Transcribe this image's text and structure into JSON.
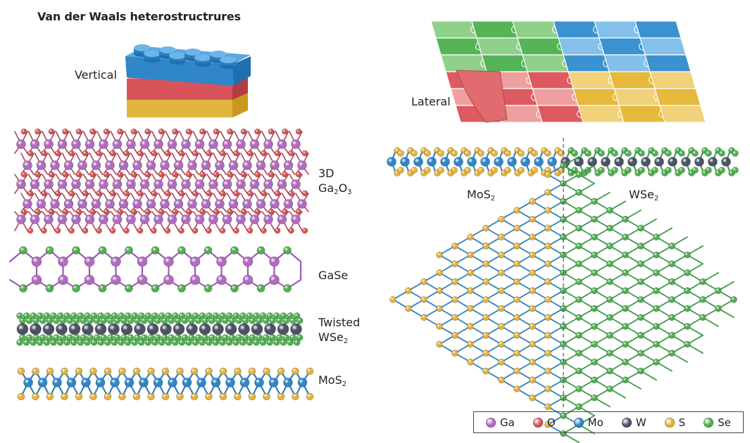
{
  "title": "Van der Waals heterostructrures",
  "labels": {
    "vertical": "Vertical",
    "lateral": "Lateral",
    "ga2o3_prefix": "3D",
    "ga2o3_base": "Ga",
    "ga2o3_sub1": "2",
    "ga2o3_mid": "O",
    "ga2o3_sub2": "3",
    "gase": "GaSe",
    "twisted_line1": "Twisted",
    "twisted_base": "WSe",
    "twisted_sub": "2",
    "mos2_left_base": "MoS",
    "mos2_left_sub": "2",
    "lateral_mos2_base": "MoS",
    "lateral_mos2_sub": "2",
    "lateral_wse2_base": "WSe",
    "lateral_wse2_sub": "2"
  },
  "legend": [
    {
      "symbol": "Ga",
      "color": "#b06bbf"
    },
    {
      "symbol": "O",
      "color": "#d85555"
    },
    {
      "symbol": "Mo",
      "color": "#2e86c8"
    },
    {
      "symbol": "W",
      "color": "#4b5266"
    },
    {
      "symbol": "S",
      "color": "#e3b23c"
    },
    {
      "symbol": "Se",
      "color": "#4fb04f"
    }
  ],
  "colors": {
    "bond_ga_o": "#b0415e",
    "bond_ga_se": "#9b59b6",
    "bond_mo_s": "#2f7fc0",
    "bond_w_se": "#3b9a48",
    "brick_blue": "#2f86c8",
    "brick_red": "#d9545a",
    "brick_yellow": "#e0b63f",
    "puzzle_green_dark": "#55b457",
    "puzzle_green_light": "#8fd08a",
    "puzzle_blue_dark": "#3a92d0",
    "puzzle_blue_light": "#85c0ea",
    "puzzle_red_dark": "#dc5a60",
    "puzzle_red_light": "#ef9fa0",
    "puzzle_yellow_dark": "#e6b93b",
    "puzzle_yellow_light": "#f1d27a"
  }
}
